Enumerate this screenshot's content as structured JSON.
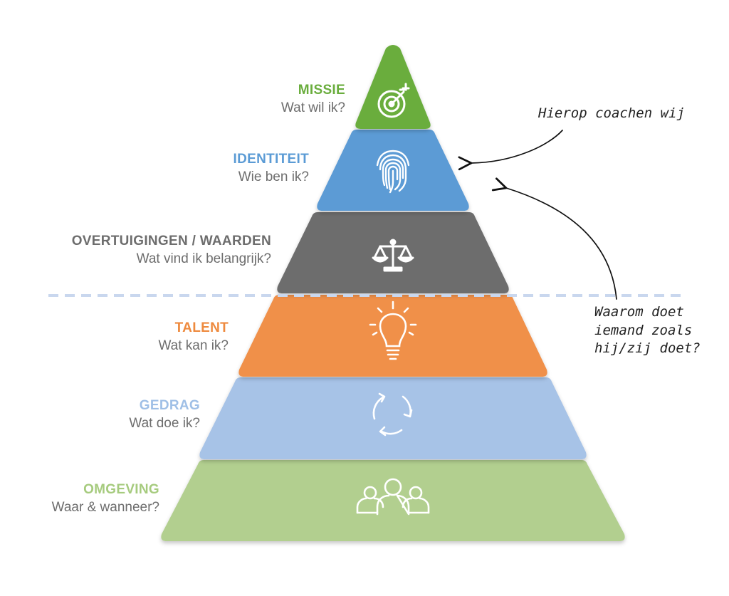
{
  "levels": [
    {
      "title": "MISSIE",
      "subtitle": "Wat wil ik?",
      "icon": "target-icon",
      "color": "#6aad3d",
      "title_color": "#6aad3d"
    },
    {
      "title": "IDENTITEIT",
      "subtitle": "Wie ben ik?",
      "icon": "fingerprint-icon",
      "color": "#5b9bd5",
      "title_color": "#5b9bd5"
    },
    {
      "title": "OVERTUIGINGEN / WAARDEN",
      "subtitle": "Wat vind ik belangrijk?",
      "icon": "scales-icon",
      "color": "#6d6d6d",
      "title_color": "#6d6d6d"
    },
    {
      "title": "TALENT",
      "subtitle": "Wat kan ik?",
      "icon": "lightbulb-icon",
      "color": "#f0904a",
      "title_color": "#ee8a3e"
    },
    {
      "title": "GEDRAG",
      "subtitle": "Wat doe ik?",
      "icon": "cycle-arrows-icon",
      "color": "#a7c3e7",
      "title_color": "#9fbfe6"
    },
    {
      "title": "OMGEVING",
      "subtitle": "Waar & wanneer?",
      "icon": "people-group-icon",
      "color": "#b2cf8f",
      "title_color": "#a6cb7e"
    }
  ],
  "notes": {
    "coach": "Hierop coachen wij",
    "why": [
      "Waarom doet",
      "iemand zoals",
      "hij/zij doet?"
    ]
  },
  "divider_color": "#c9d7ee"
}
